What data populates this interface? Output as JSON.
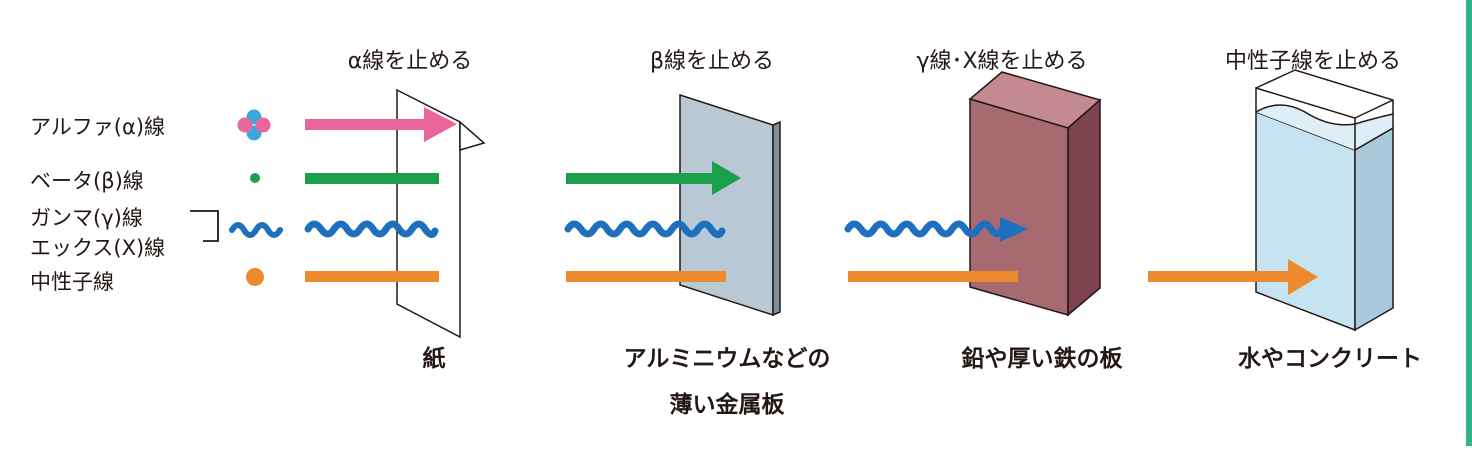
{
  "barriers": [
    {
      "heading": "α線を止める",
      "material_lines": [
        "紙"
      ]
    },
    {
      "heading": "β線を止める",
      "material_lines": [
        "アルミニウムなどの",
        "薄い金属板"
      ]
    },
    {
      "heading": "γ線･X線を止める",
      "material_lines": [
        "鉛や厚い鉄の板"
      ]
    },
    {
      "heading": "中性子線を止める",
      "material_lines": [
        "水やコンクリート"
      ]
    }
  ],
  "radiation_types": [
    {
      "label": "アルファ(α)線",
      "color": "#e8669b",
      "symbol": "four-particle-cluster"
    },
    {
      "label": "ベータ(β)線",
      "color": "#1aa04a",
      "symbol": "small-dot"
    },
    {
      "label": "ガンマ(γ)線",
      "color": "#1f6fbf",
      "symbol": "wave"
    },
    {
      "label": "エックス(X)線",
      "color": "#1f6fbf",
      "symbol": "wave"
    },
    {
      "label": "中性子線",
      "color": "#ee8a2e",
      "symbol": "large-dot"
    }
  ],
  "colors": {
    "alpha": "#e8669b",
    "alpha_particle_blue": "#3aa7e0",
    "beta": "#1aa04a",
    "gamma": "#1f6fbf",
    "neutron": "#ee8a2e",
    "aluminium": "#b8c8d4",
    "lead_front": "#a66a70",
    "lead_side": "#7d4450",
    "water": "#c6e3f2",
    "accent_bar": "#2db58a"
  }
}
